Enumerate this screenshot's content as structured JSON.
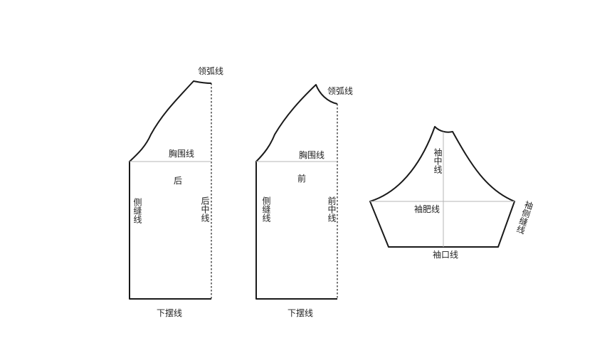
{
  "back_piece": {
    "neckline_label": "领弧线",
    "chest_label": "胸围线",
    "piece_label": "后",
    "side_seam_label": "侧缝线",
    "center_label": "后中线",
    "hem_label": "下摆线"
  },
  "front_piece": {
    "neckline_label": "领弧线",
    "chest_label": "胸围线",
    "piece_label": "前",
    "side_seam_label": "侧缝线",
    "center_label": "前中线",
    "hem_label": "下摆线"
  },
  "sleeve_piece": {
    "center_label": "袖中线",
    "bicep_label": "袖肥线",
    "cuff_label": "袖口线",
    "side_seam_label": "袖侧缝线"
  }
}
